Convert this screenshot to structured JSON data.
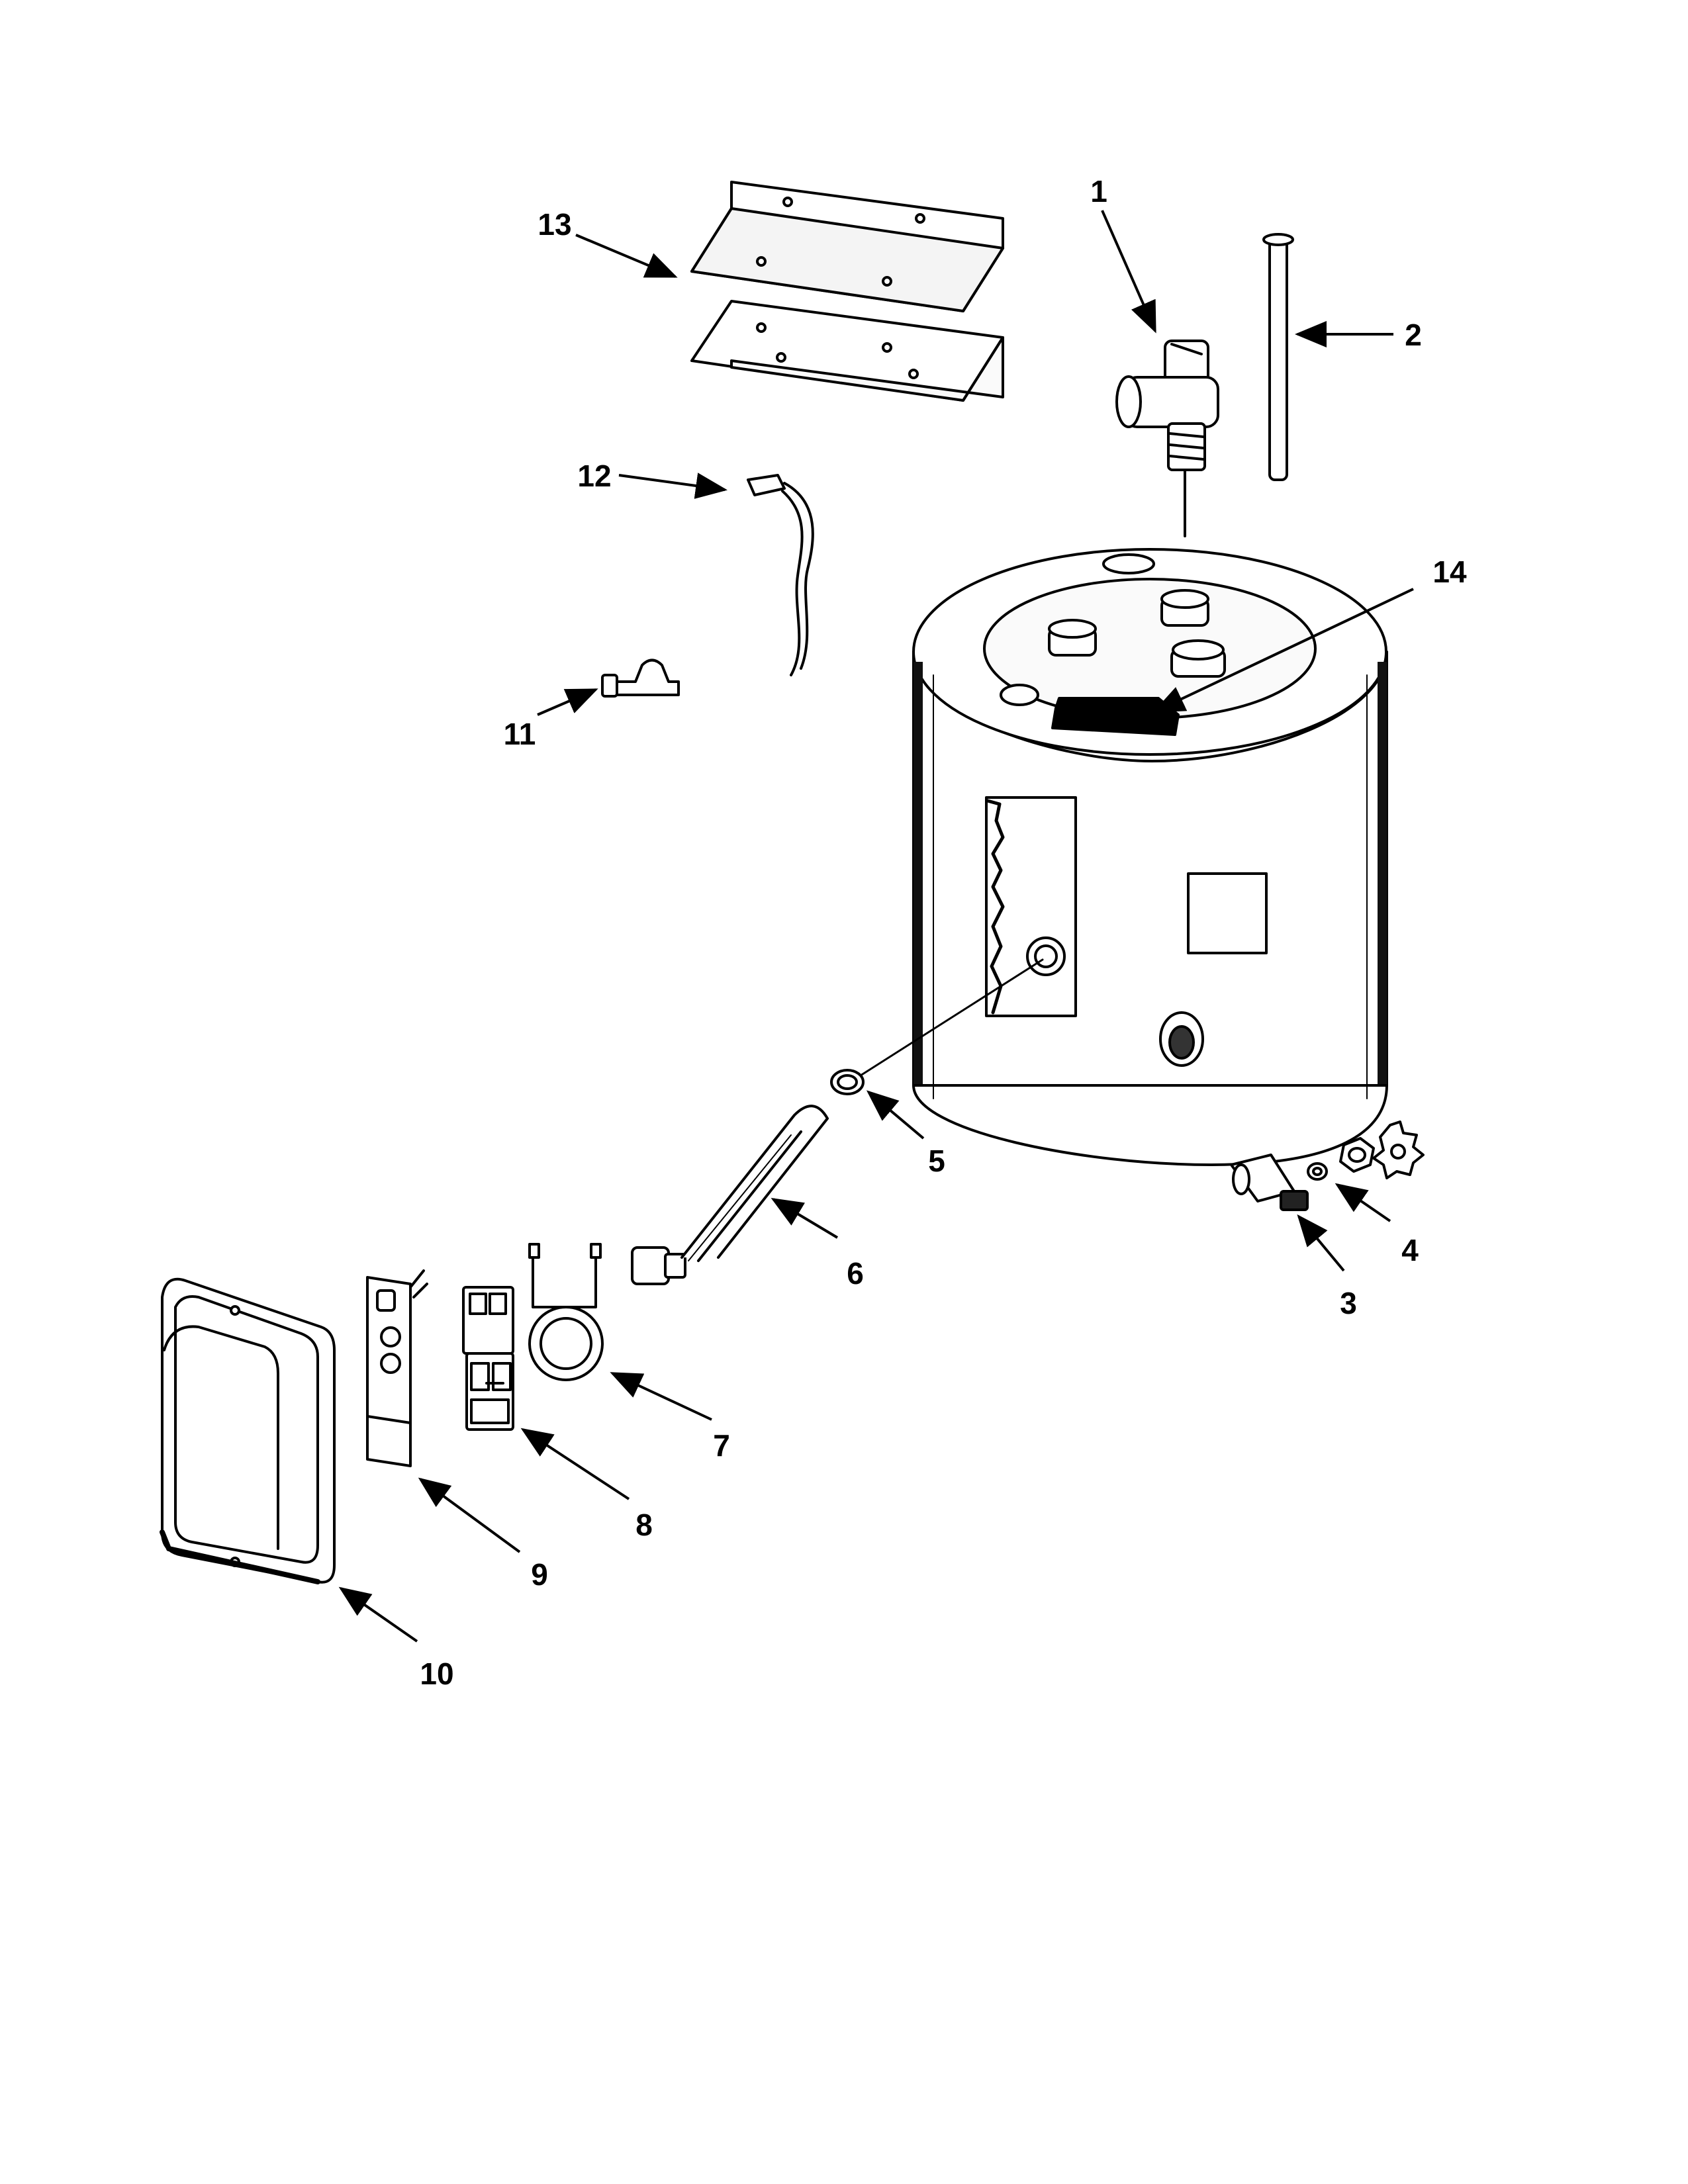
{
  "diagram": {
    "line_color": "#000000",
    "fill_color": "#ffffff",
    "callouts": [
      {
        "id": "c1",
        "label": "1"
      },
      {
        "id": "c2",
        "label": "2"
      },
      {
        "id": "c3",
        "label": "3"
      },
      {
        "id": "c4",
        "label": "4"
      },
      {
        "id": "c5",
        "label": "5"
      },
      {
        "id": "c6",
        "label": "6"
      },
      {
        "id": "c7",
        "label": "7"
      },
      {
        "id": "c8",
        "label": "8"
      },
      {
        "id": "c9",
        "label": "9"
      },
      {
        "id": "c10",
        "label": "10"
      },
      {
        "id": "c11",
        "label": "11"
      },
      {
        "id": "c12",
        "label": "12"
      },
      {
        "id": "c13",
        "label": "13"
      },
      {
        "id": "c14",
        "label": "14"
      }
    ]
  }
}
